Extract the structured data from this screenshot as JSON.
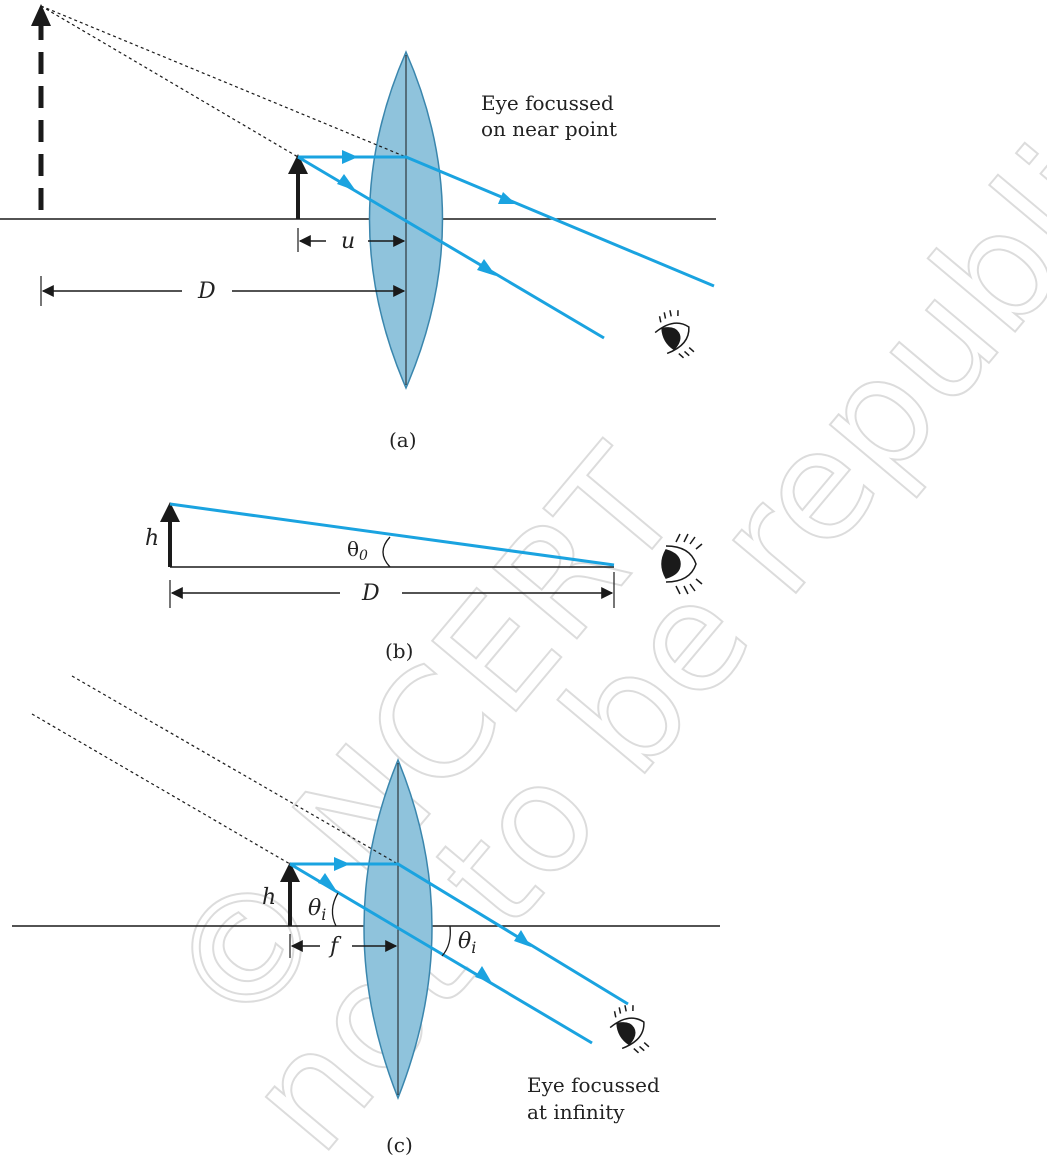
{
  "colors": {
    "ray": "#1aa3e0",
    "lens_fill": "#8fc3dc",
    "lens_stroke": "#3a86ad",
    "ink": "#1a1a1a"
  },
  "watermark": {
    "line1": "© NCERT",
    "line2": "not to be republished"
  },
  "panel_a": {
    "caption": "(a)",
    "eye_label_line1": "Eye focussed",
    "eye_label_line2": "on near point",
    "u_label": "u",
    "D_label": "D"
  },
  "panel_b": {
    "caption": "(b)",
    "h_label": "h",
    "theta_base": "θ",
    "theta_sub": "0",
    "D_label": "D"
  },
  "panel_c": {
    "caption": "(c)",
    "h_label": "h",
    "theta_base": "θ",
    "theta_sub": "i",
    "theta2_base": "θ",
    "theta2_sub": "i",
    "f_label": "f",
    "eye_label_line1": "Eye focussed",
    "eye_label_line2": "at infinity"
  },
  "icons": [
    "eye-icon"
  ]
}
